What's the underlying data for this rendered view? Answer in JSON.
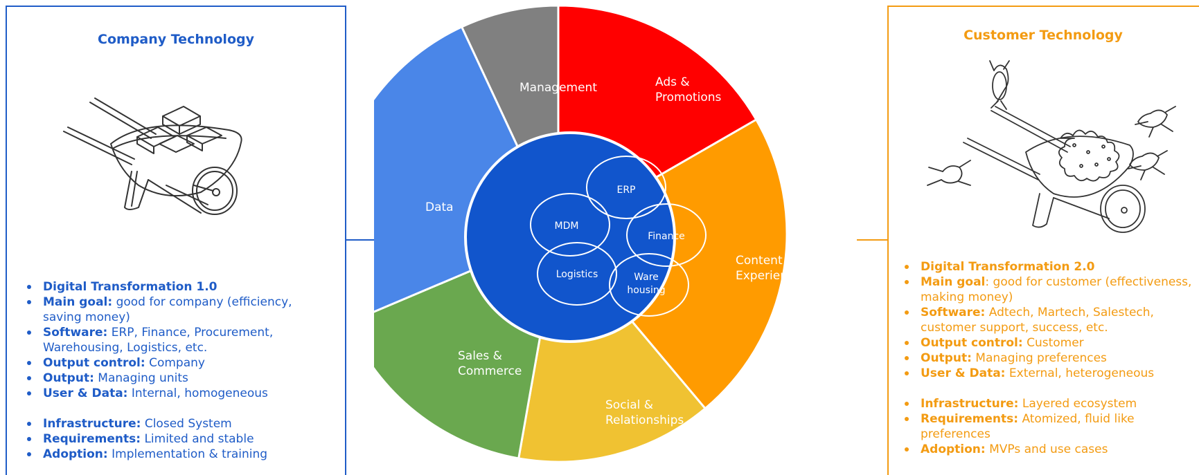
{
  "company": {
    "title": "Company Technology",
    "illustration_icon": "wheelbarrow-with-bricks",
    "color": "#1f5cc7",
    "items": [
      {
        "key": "Digital Transformation 1.0",
        "value": ""
      },
      {
        "key": "Main goal:",
        "value": "good for company (efficiency, saving money)"
      },
      {
        "key": "Software:",
        "value": "ERP, Finance, Procurement, Warehousing, Logistics, etc."
      },
      {
        "key": "Output control:",
        "value": "Company"
      },
      {
        "key": "Output:",
        "value": "Managing units"
      },
      {
        "key": "User & Data:",
        "value": "Internal, homogeneous"
      }
    ],
    "items2": [
      {
        "key": "Infrastructure:",
        "value": "Closed System"
      },
      {
        "key": "Requirements:",
        "value": "Limited and stable"
      },
      {
        "key": "Adoption:",
        "value": "Implementation & training"
      }
    ]
  },
  "customer": {
    "title": "Customer Technology",
    "illustration_icon": "wheelbarrow-with-frogs",
    "color": "#f39b12",
    "items": [
      {
        "key": "Digital Transformation 2.0",
        "value": ""
      },
      {
        "key": "Main goal",
        "value": ": good for customer (effectiveness, making money)"
      },
      {
        "key": "Software:",
        "value": "Adtech, Martech, Salestech, customer support, success, etc."
      },
      {
        "key": "Output control:",
        "value": "Customer"
      },
      {
        "key": "Output:",
        "value": "Managing preferences"
      },
      {
        "key": "User & Data:",
        "value": "External, heterogeneous"
      }
    ],
    "items2": [
      {
        "key": "Infrastructure:",
        "value": "Layered ecosystem"
      },
      {
        "key": "Requirements:",
        "value": "Atomized, fluid like preferences"
      },
      {
        "key": "Adoption:",
        "value": "MVPs and use cases"
      }
    ]
  },
  "wheel": {
    "segments": [
      {
        "label": "Management",
        "color": "#808080",
        "start": 335,
        "end": 360
      },
      {
        "label": "Ads & Promotions",
        "color": "#ff0000",
        "start": 0,
        "end": 60
      },
      {
        "label": "Content & Experience",
        "color": "#ff9b00",
        "start": 60,
        "end": 140
      },
      {
        "label": "Social & Relationships",
        "color": "#f0c232",
        "start": 140,
        "end": 190
      },
      {
        "label": "Sales & Commerce",
        "color": "#6aa84f",
        "start": 190,
        "end": 247
      },
      {
        "label": "Data",
        "color": "#4a86e8",
        "start": 247,
        "end": 335
      }
    ],
    "core_color": "#1155cc",
    "core_modules": [
      "ERP",
      "MDM",
      "Finance",
      "Logistics",
      "Ware housing"
    ]
  }
}
